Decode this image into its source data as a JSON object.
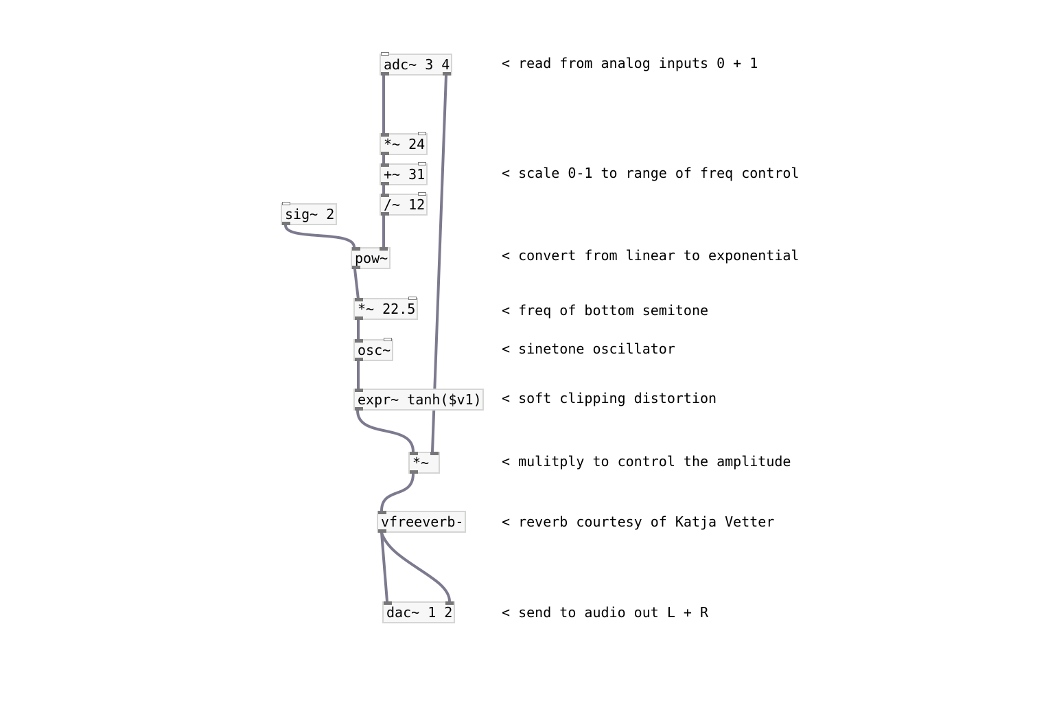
{
  "colors": {
    "wire": "#7c7a8e",
    "box_bg": "#f6f7f6",
    "box_border": "#d3d6d3",
    "inlet": "#777777"
  },
  "objects": {
    "adc": "adc~ 3 4",
    "mul24": "*~ 24",
    "add31": "+~ 31",
    "div12": "/~ 12",
    "sig2": "sig~ 2",
    "pow": "pow~",
    "mul22": "*~ 22.5",
    "osc": "osc~",
    "expr": "expr~ tanh($v1)",
    "mul": "*~",
    "vfreeverb": "vfreeverb-",
    "dac": "dac~ 1 2"
  },
  "comments": {
    "adc": "< read from analog inputs 0 + 1",
    "scale": "< scale 0-1 to range of freq control",
    "pow": "< convert from linear to exponential",
    "freq": "< freq of bottom semitone",
    "osc": "< sinetone oscillator",
    "expr": "< soft clipping distortion",
    "mul": "< mulitply to control the amplitude",
    "reverb": "< reverb courtesy of Katja Vetter",
    "dac": "< send to audio out L + R"
  }
}
